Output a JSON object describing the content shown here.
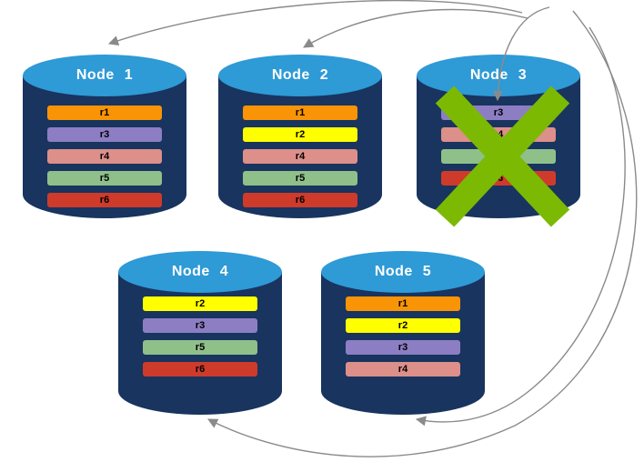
{
  "diagram": {
    "description": "Five database nodes with replicated ranges; Node 3 has failed and its replicas are re-replicated to the remaining nodes"
  },
  "failure": {
    "node": "Node 3",
    "color": "#7cb903"
  },
  "arrows": {
    "color": "#8a8a8a",
    "targets": [
      "Node 1",
      "Node 2",
      "Node 3",
      "Node 4",
      "Node 5"
    ]
  },
  "node_style": {
    "body_color": "#18345f",
    "top_color": "#2e9ad6"
  },
  "nodes": [
    {
      "label": "Node 1",
      "replicas": [
        {
          "name": "r1",
          "color": "#f89406"
        },
        {
          "name": "r3",
          "color": "#8d7ec4"
        },
        {
          "name": "r4",
          "color": "#dd8f8a"
        },
        {
          "name": "r5",
          "color": "#8fc08a"
        },
        {
          "name": "r6",
          "color": "#ce3b2b"
        }
      ]
    },
    {
      "label": "Node 2",
      "replicas": [
        {
          "name": "r1",
          "color": "#f89406"
        },
        {
          "name": "r2",
          "color": "#ffff00"
        },
        {
          "name": "r4",
          "color": "#dd8f8a"
        },
        {
          "name": "r5",
          "color": "#8fc08a"
        },
        {
          "name": "r6",
          "color": "#ce3b2b"
        }
      ]
    },
    {
      "label": "Node 3",
      "failed": true,
      "replicas": [
        {
          "name": "r3",
          "color": "#8d7ec4"
        },
        {
          "name": "r4",
          "color": "#dd8f8a"
        },
        {
          "name": "r5",
          "color": "#8fc08a"
        },
        {
          "name": "r6",
          "color": "#ce3b2b"
        }
      ]
    },
    {
      "label": "Node 4",
      "replicas": [
        {
          "name": "r2",
          "color": "#ffff00"
        },
        {
          "name": "r3",
          "color": "#8d7ec4"
        },
        {
          "name": "r5",
          "color": "#8fc08a"
        },
        {
          "name": "r6",
          "color": "#ce3b2b"
        }
      ]
    },
    {
      "label": "Node 5",
      "replicas": [
        {
          "name": "r1",
          "color": "#f89406"
        },
        {
          "name": "r2",
          "color": "#ffff00"
        },
        {
          "name": "r3",
          "color": "#8d7ec4"
        },
        {
          "name": "r4",
          "color": "#dd8f8a"
        }
      ]
    }
  ]
}
